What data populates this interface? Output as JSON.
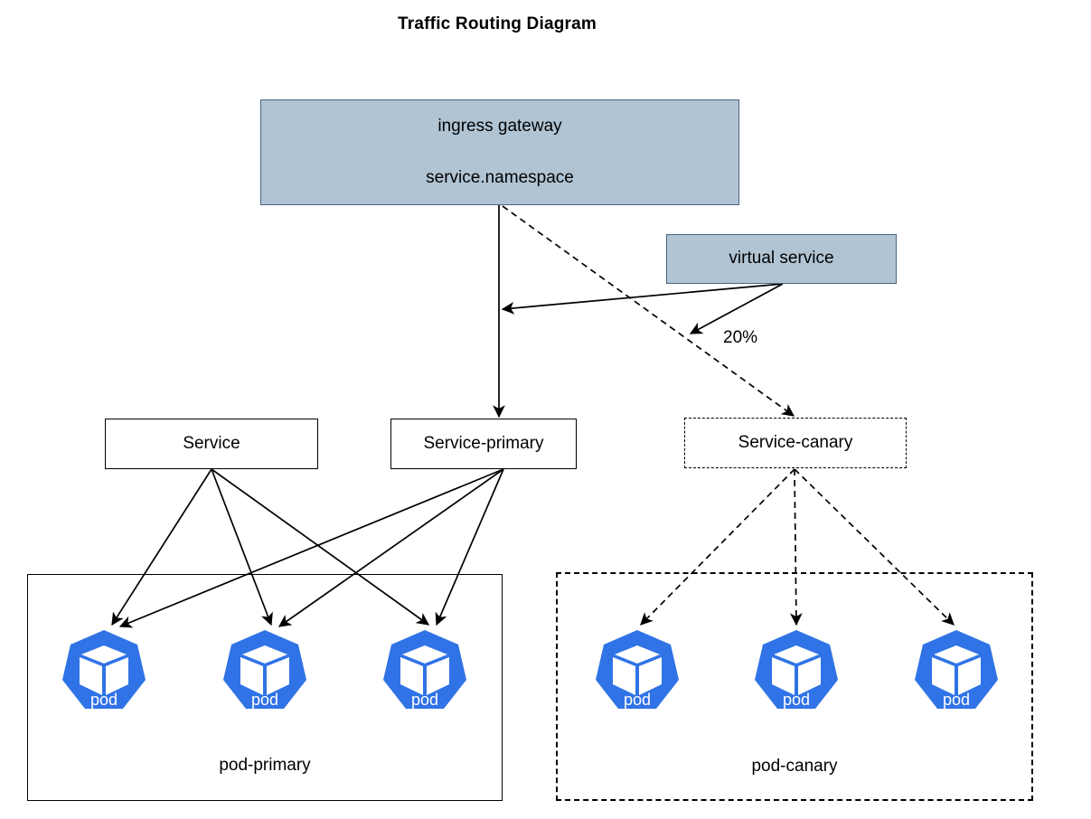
{
  "title": "Traffic Routing Diagram",
  "colors": {
    "node_fill": "#b0c4d4",
    "node_border": "#4b6480",
    "pod_blue": "#3073e6",
    "line": "#000000",
    "background": "#ffffff"
  },
  "nodes": {
    "ingress_gateway": {
      "line1": "ingress gateway",
      "line2": "service.namespace",
      "style": "filled"
    },
    "virtual_service": {
      "label": "virtual service",
      "style": "filled"
    },
    "service": {
      "label": "Service",
      "style": "solid"
    },
    "service_primary": {
      "label": "Service-primary",
      "style": "solid"
    },
    "service_canary": {
      "label": "Service-canary",
      "style": "dashed"
    }
  },
  "groups": {
    "primary": {
      "label": "pod-primary",
      "style": "solid",
      "pods": [
        {
          "label": "pod"
        },
        {
          "label": "pod"
        },
        {
          "label": "pod"
        }
      ]
    },
    "canary": {
      "label": "pod-canary",
      "style": "dashed",
      "pods": [
        {
          "label": "pod"
        },
        {
          "label": "pod"
        },
        {
          "label": "pod"
        }
      ]
    }
  },
  "edges": {
    "canary_weight_label": "20%"
  },
  "chart_data": {
    "type": "diagram",
    "title": "Traffic Routing Diagram",
    "nodes": [
      {
        "id": "ingress-gateway",
        "label": "ingress gateway / service.namespace",
        "style": "filled-solid"
      },
      {
        "id": "virtual-service",
        "label": "virtual service",
        "style": "filled-solid"
      },
      {
        "id": "service",
        "label": "Service",
        "style": "solid"
      },
      {
        "id": "service-primary",
        "label": "Service-primary",
        "style": "solid"
      },
      {
        "id": "service-canary",
        "label": "Service-canary",
        "style": "dashed"
      },
      {
        "id": "pod-primary",
        "label": "pod-primary",
        "style": "solid-group",
        "pod_count": 3
      },
      {
        "id": "pod-canary",
        "label": "pod-canary",
        "style": "dashed-group",
        "pod_count": 3
      }
    ],
    "edges": [
      {
        "from": "ingress-gateway",
        "to": "service-primary",
        "style": "solid",
        "label": ""
      },
      {
        "from": "ingress-gateway",
        "to": "service-canary",
        "style": "dashed",
        "label": "20%"
      },
      {
        "from": "virtual-service",
        "to": "ingress-gateway-primary-path",
        "style": "solid",
        "label": ""
      },
      {
        "from": "virtual-service",
        "to": "ingress-gateway-canary-path",
        "style": "solid",
        "label": ""
      },
      {
        "from": "service",
        "to": "pod-primary-1",
        "style": "solid"
      },
      {
        "from": "service",
        "to": "pod-primary-2",
        "style": "solid"
      },
      {
        "from": "service",
        "to": "pod-primary-3",
        "style": "solid"
      },
      {
        "from": "service-primary",
        "to": "pod-primary-1",
        "style": "solid"
      },
      {
        "from": "service-primary",
        "to": "pod-primary-2",
        "style": "solid"
      },
      {
        "from": "service-primary",
        "to": "pod-primary-3",
        "style": "solid"
      },
      {
        "from": "service-canary",
        "to": "pod-canary-1",
        "style": "dashed"
      },
      {
        "from": "service-canary",
        "to": "pod-canary-2",
        "style": "dashed"
      },
      {
        "from": "service-canary",
        "to": "pod-canary-3",
        "style": "dashed"
      }
    ]
  }
}
